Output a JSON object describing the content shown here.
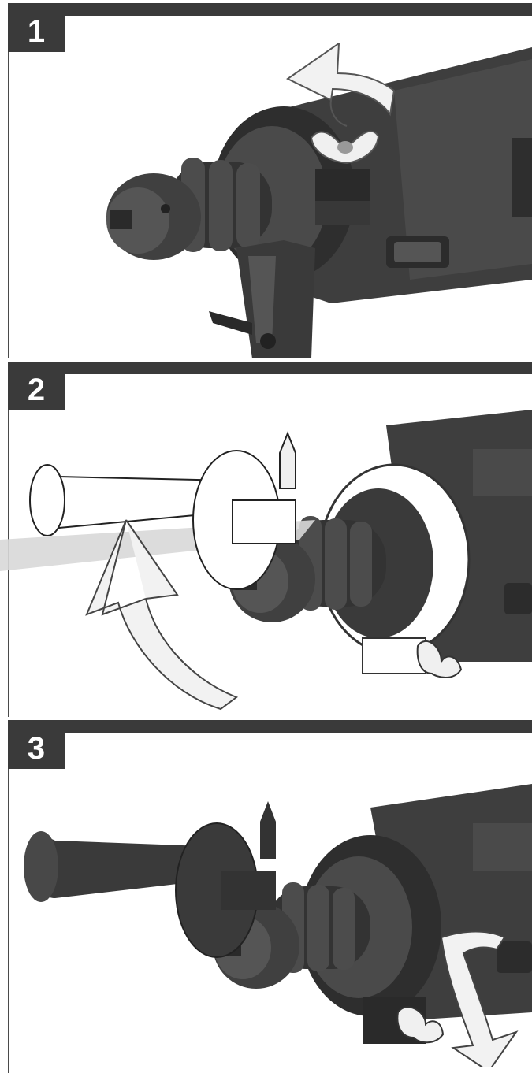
{
  "figures": [
    {
      "number": "1"
    },
    {
      "number": "2"
    },
    {
      "number": "3"
    }
  ],
  "colors": {
    "header": "#3a3a3a",
    "tool_dark": "#3c3c3c",
    "tool_mid": "#5a5a5a",
    "arrow": "#f0f0f0"
  },
  "icons": [
    "rotate-arrow-icon",
    "wing-nut-icon",
    "drill-icon",
    "side-handle-icon"
  ]
}
